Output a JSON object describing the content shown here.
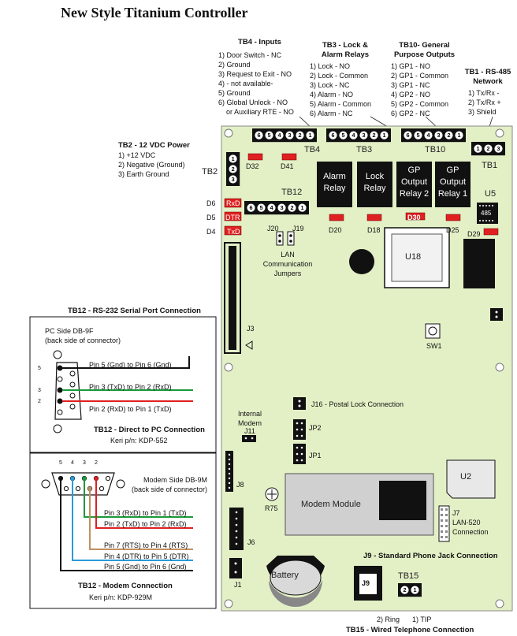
{
  "title": "New Style Titanium Controller",
  "tb4": {
    "header": "TB4 - Inputs",
    "items": [
      "1) Door Switch - NC",
      "2) Ground",
      "3) Request to Exit - NO",
      "4) - not available-",
      "5) Ground",
      "6) Global Unlock - NO",
      "or Auxiliary RTE - NO"
    ]
  },
  "tb3": {
    "header1": "TB3 - Lock &",
    "header2": "Alarm Relays",
    "items": [
      "1) Lock - NO",
      "2) Lock - Common",
      "3) Lock - NC",
      "4) Alarm - NO",
      "5) Alarm - Common",
      "6) Alarm - NC"
    ]
  },
  "tb10": {
    "header1": "TB10- General",
    "header2": "Purpose Outputs",
    "items": [
      "1) GP1 - NO",
      "2) GP1 - Common",
      "3) GP1 - NC",
      "4) GP2 - NO",
      "5) GP2 - Common",
      "6) GP2 - NC"
    ]
  },
  "tb1": {
    "header1": "TB1 - RS-485",
    "header2": "Network",
    "items": [
      "1) Tx/Rx -",
      "2) Tx/Rx +",
      "3) Shield"
    ]
  },
  "tb2": {
    "header": "TB2 - 12 VDC Power",
    "items": [
      "1) +12 VDC",
      "2) Negative (Ground)",
      "3) Earth Ground"
    ]
  },
  "board": {
    "tb4": "TB4",
    "tb3": "TB3",
    "tb10": "TB10",
    "tb1": "TB1",
    "tb2": "TB2",
    "tb12": "TB12",
    "d32": "D32",
    "d41": "D41",
    "d20": "D20",
    "d18": "D18",
    "d30": "D30",
    "d25": "D25",
    "d29": "D29",
    "d6": "D6",
    "d5": "D5",
    "d4": "D4",
    "rxd": "RxD",
    "dtr": "DTR",
    "txd": "TxD",
    "j20": "J20",
    "j19": "J19",
    "lan1": "LAN",
    "lan2": "Communication",
    "lan3": "Jumpers",
    "u18": "U18",
    "u5": "U5",
    "u5chip": "485",
    "u2": "U2",
    "sw1": "SW1",
    "j3": "J3",
    "alarm_relay": [
      "Alarm",
      "Relay"
    ],
    "lock_relay": [
      "Lock",
      "Relay"
    ],
    "gp2_relay": [
      "GP",
      "Output",
      "Relay 2"
    ],
    "gp1_relay": [
      "GP",
      "Output",
      "Relay 1"
    ],
    "j16": "J16 - Postal Lock Connection",
    "internal_modem1": "Internal",
    "internal_modem2": "Modem",
    "j11": "J11",
    "jp2": "JP2",
    "jp1": "JP1",
    "j8": "J8",
    "r75": "R75",
    "modem": "Modem Module",
    "j7": "J7",
    "lan520": "LAN-520",
    "connection": "Connection",
    "j6": "J6",
    "j1": "J1",
    "battery": "Battery",
    "j9hdr": "J9 - Standard Phone Jack Connection",
    "j9": "J9",
    "tb15": "TB15"
  },
  "tb12_serial": {
    "header": "TB12 - RS-232 Serial Port Connection",
    "pc_side1": "PC Side DB-9F",
    "pc_side2": "(back side of connector)",
    "pins_left": [
      "5",
      "3",
      "2"
    ],
    "wires": [
      "Pin 5 (Gnd) to Pin 6 (Gnd)",
      "Pin 3 (TxD) to Pin 2 (RxD)",
      "Pin 2 (RxD) to Pin 1 (TxD)"
    ],
    "caption": "TB12 - Direct to PC Connection",
    "part": "Keri p/n: KDP-552"
  },
  "tb12_modem": {
    "pins_top": [
      "5",
      "4",
      "3",
      "2"
    ],
    "side1": "Modem Side DB-9M",
    "side2": "(back side of connector)",
    "wires": [
      "Pin 3 (RxD) to Pin 1 (TxD)",
      "Pin 2 (TxD) to Pin 2 (RxD)",
      "Pin 7 (RTS) to Pin 4 (RTS)",
      "Pin 4 (DTR) to Pin 5 (DTR)",
      "Pin 5 (Gnd) to Pin 6 (Gnd)"
    ],
    "caption": "TB12 - Modem Connection",
    "part": "Keri p/n: KDP-929M"
  },
  "tb15": {
    "ring": "2) Ring",
    "tip": "1) TIP",
    "caption": "TB15 - Wired Telephone Connection"
  },
  "terminal_numbers": {
    "six": [
      "6",
      "5",
      "4",
      "3",
      "2",
      "1"
    ],
    "three": [
      "1",
      "2",
      "3"
    ],
    "two": [
      "2",
      "1"
    ]
  },
  "colors": {
    "board": "#e3f0c6",
    "led": "#e02020",
    "wire_green": "#1a9a3a",
    "wire_red": "#e02020",
    "wire_blue": "#2a9ad8",
    "wire_tan": "#c09060"
  }
}
